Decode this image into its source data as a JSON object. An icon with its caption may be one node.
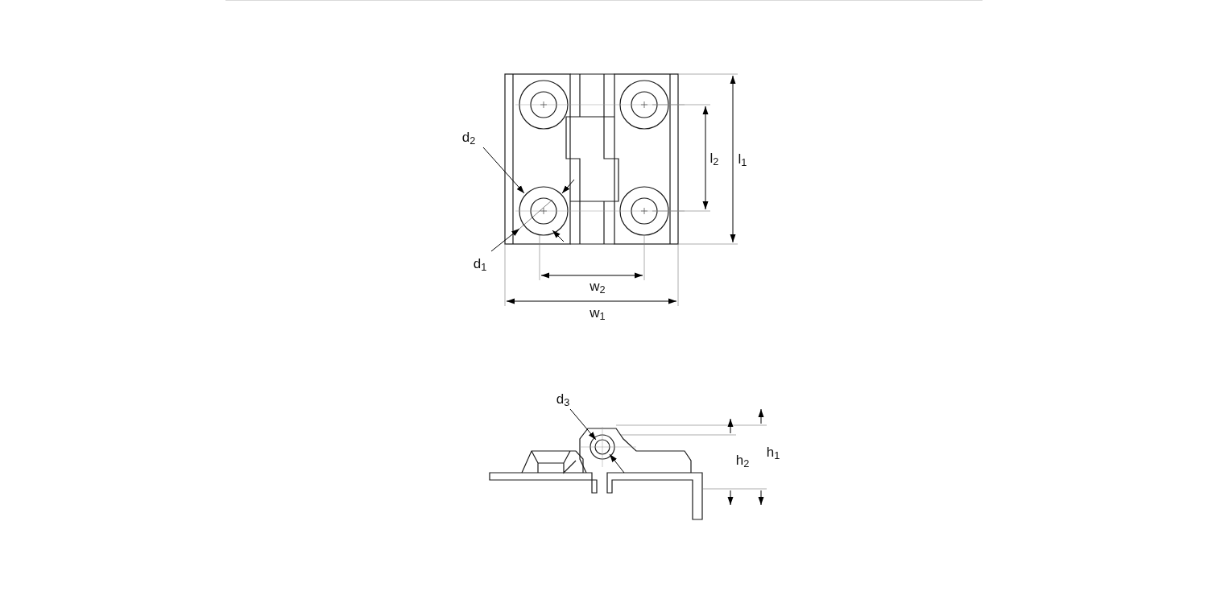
{
  "diagram": {
    "labels": [
      "d$_{2}$",
      "l$_{2}$",
      "l$_{1}$",
      "d$_{1}$",
      "w$_{2}$",
      "w$_{1}$",
      "d$_{3}$",
      "h$_{1}$",
      "h$_{2}$"
    ]
  }
}
